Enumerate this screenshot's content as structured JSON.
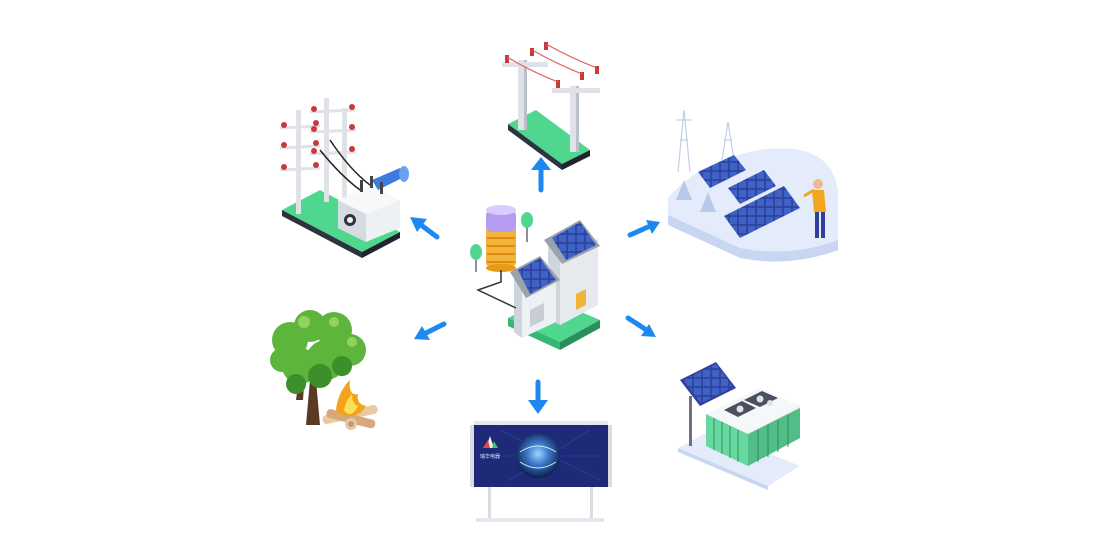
{
  "colors": {
    "arrow": "#1e88f2",
    "panel": "#2f3f9a",
    "panel_cell": "#3d63c7",
    "base_green": "#4fd68f",
    "base_dark": "#3a3f55",
    "house_wall": "#e9ecef",
    "roof": "#9aa3ad",
    "tree": "#5db63b",
    "tree_dark": "#3d8f2a",
    "fire": "#f6a11a",
    "screen_bg": "#1e2a78",
    "snow": "#e4ecfb",
    "person_shirt": "#f3a61c"
  },
  "screen": {
    "logo_text": "瑞华电器"
  },
  "nodes": [
    {
      "id": "center",
      "icon": "solar-house-with-battery-icon"
    },
    {
      "id": "top",
      "icon": "power-line-pole-icon"
    },
    {
      "id": "top-left",
      "icon": "substation-transformer-icon"
    },
    {
      "id": "top-right",
      "icon": "solar-farm-in-snow-icon"
    },
    {
      "id": "left",
      "icon": "tree-and-campfire-icon"
    },
    {
      "id": "bottom",
      "icon": "display-screen-globe-icon"
    },
    {
      "id": "bottom-right",
      "icon": "solar-rooftop-building-icon"
    }
  ]
}
